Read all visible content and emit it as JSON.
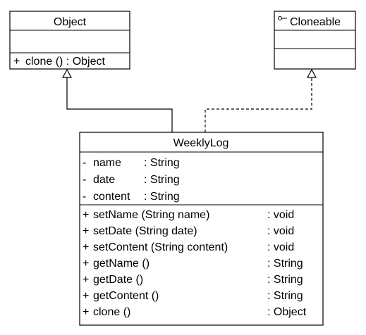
{
  "colors": {
    "class_fill": "#ffffff",
    "stroke": "#000000"
  },
  "classes": {
    "object": {
      "name": "Object",
      "methods": [
        {
          "vis": "+",
          "sig": "clone () : Object"
        }
      ]
    },
    "cloneable": {
      "stereotype_icon": "interface-icon",
      "name": "Cloneable"
    },
    "weeklylog": {
      "name": "WeeklyLog",
      "attributes": [
        {
          "vis": "-",
          "name": "name",
          "type": ": String"
        },
        {
          "vis": "-",
          "name": "date",
          "type": ": String"
        },
        {
          "vis": "-",
          "name": "content",
          "type": ": String"
        }
      ],
      "methods": [
        {
          "vis": "+",
          "sig": "setName (String name)",
          "ret": ": void"
        },
        {
          "vis": "+",
          "sig": "setDate (String date)",
          "ret": ": void"
        },
        {
          "vis": "+",
          "sig": "setContent (String content)",
          "ret": ": void"
        },
        {
          "vis": "+",
          "sig": "getName ()",
          "ret": ": String"
        },
        {
          "vis": "+",
          "sig": "getDate ()",
          "ret": ": String"
        },
        {
          "vis": "+",
          "sig": "getContent ()",
          "ret": ": String"
        },
        {
          "vis": "+",
          "sig": "clone ()",
          "ret": ": Object"
        }
      ]
    }
  },
  "relations": [
    {
      "type": "generalization",
      "from": "WeeklyLog",
      "to": "Object"
    },
    {
      "type": "realization",
      "from": "WeeklyLog",
      "to": "Cloneable"
    }
  ]
}
